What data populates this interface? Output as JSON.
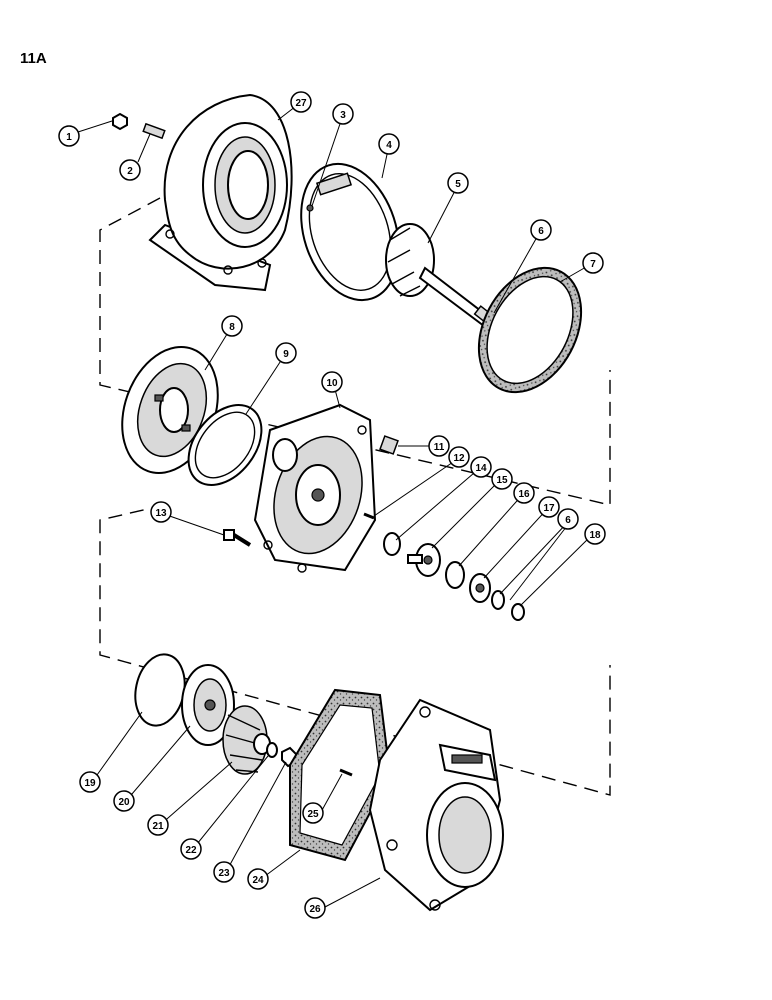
{
  "page_label": "11A",
  "callouts": [
    {
      "id": "c1",
      "label": "1"
    },
    {
      "id": "c2",
      "label": "2"
    },
    {
      "id": "c3",
      "label": "3"
    },
    {
      "id": "c4",
      "label": "4"
    },
    {
      "id": "c5",
      "label": "5"
    },
    {
      "id": "c6a",
      "label": "6"
    },
    {
      "id": "c7",
      "label": "7"
    },
    {
      "id": "c8",
      "label": "8"
    },
    {
      "id": "c9",
      "label": "9"
    },
    {
      "id": "c10",
      "label": "10"
    },
    {
      "id": "c11",
      "label": "11"
    },
    {
      "id": "c12",
      "label": "12"
    },
    {
      "id": "c13",
      "label": "13"
    },
    {
      "id": "c14",
      "label": "14"
    },
    {
      "id": "c15",
      "label": "15"
    },
    {
      "id": "c16",
      "label": "16"
    },
    {
      "id": "c17",
      "label": "17"
    },
    {
      "id": "c6b",
      "label": "6"
    },
    {
      "id": "c18",
      "label": "18"
    },
    {
      "id": "c19",
      "label": "19"
    },
    {
      "id": "c20",
      "label": "20"
    },
    {
      "id": "c21",
      "label": "21"
    },
    {
      "id": "c22",
      "label": "22"
    },
    {
      "id": "c23",
      "label": "23"
    },
    {
      "id": "c24",
      "label": "24"
    },
    {
      "id": "c25",
      "label": "25"
    },
    {
      "id": "c26",
      "label": "26"
    },
    {
      "id": "c27",
      "label": "27"
    }
  ],
  "plate_text": ""
}
